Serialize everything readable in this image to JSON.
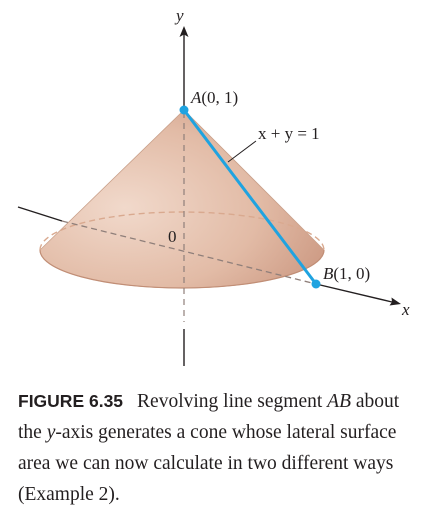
{
  "figure": {
    "y_axis_label": "y",
    "x_axis_label": "x",
    "origin_label": "0",
    "point_a": {
      "name": "A",
      "coords": "(0, 1)"
    },
    "point_b": {
      "name": "B",
      "coords": "(1, 0)"
    },
    "line_label": "x + y = 1",
    "colors": {
      "cone_fill": "#e5c1ae",
      "cone_shadow": "#c99479",
      "segment": "#1fa3e0",
      "axis": "#231f20"
    }
  },
  "caption": {
    "figure_number": "FIGURE 6.35",
    "text_1": "Revolving line segment",
    "segment_name": "AB",
    "text_2": " about the ",
    "axis_name": "y",
    "text_3": "-axis generates a cone whose lateral surface area we can now cal­culate in two different ways (Example 2)."
  }
}
